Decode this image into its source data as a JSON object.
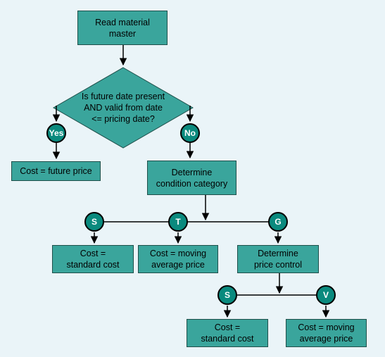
{
  "diagram": {
    "start": "Read material\nmaster",
    "decision": "Is future date present\nAND valid from date\n<= pricing date?",
    "yes": "Yes",
    "no": "No",
    "future_price": "Cost = future price",
    "condition_category": "Determine\ncondition category",
    "cat_s": "S",
    "cat_t": "T",
    "cat_g": "G",
    "standard_cost_1": "Cost =\nstandard cost",
    "moving_average_1": "Cost = moving\naverage price",
    "price_control": "Determine\nprice control",
    "ctrl_s": "S",
    "ctrl_v": "V",
    "standard_cost_2": "Cost =\nstandard cost",
    "moving_average_2": "Cost = moving\naverage price"
  },
  "colors": {
    "box_fill": "#3aa59c",
    "circle_fill": "#0a8a7e",
    "background": "#eaf4f8",
    "line": "#000000"
  }
}
